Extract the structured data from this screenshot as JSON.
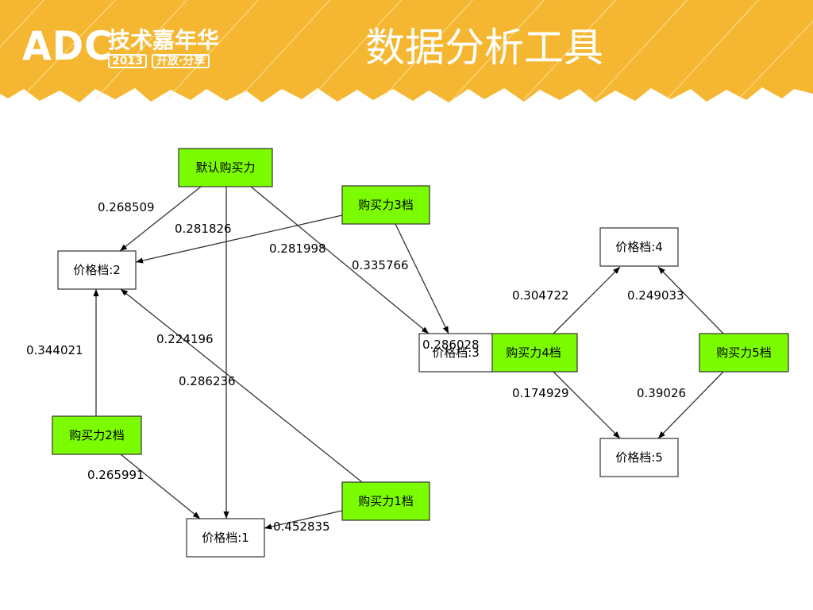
{
  "header": {
    "logo_brand": "ADC",
    "logo_event": "技术嘉年华",
    "logo_year": "2013",
    "logo_motto": "开放·分享",
    "title": "数据分析工具"
  },
  "colors": {
    "banner": "#f5b731",
    "purchase_node_fill": "#7cfc00",
    "price_node_fill": "#ffffff",
    "edge": "#333333"
  },
  "diagram": {
    "nodes": [
      {
        "id": "default",
        "label": "默认购买力",
        "kind": "purchase"
      },
      {
        "id": "p3",
        "label": "购买力3档",
        "kind": "purchase"
      },
      {
        "id": "p2",
        "label": "购买力2档",
        "kind": "purchase"
      },
      {
        "id": "p1",
        "label": "购买力1档",
        "kind": "purchase"
      },
      {
        "id": "p4",
        "label": "购买力4档",
        "kind": "purchase"
      },
      {
        "id": "p5",
        "label": "购买力5档",
        "kind": "purchase"
      },
      {
        "id": "price2",
        "label": "价格档:2",
        "kind": "price"
      },
      {
        "id": "price1",
        "label": "价格档:1",
        "kind": "price"
      },
      {
        "id": "price3",
        "label": "价格档:3",
        "kind": "price"
      },
      {
        "id": "price4",
        "label": "价格档:4",
        "kind": "price"
      },
      {
        "id": "price5",
        "label": "价格档:5",
        "kind": "price"
      }
    ],
    "edges": [
      {
        "from": "default",
        "to": "price2",
        "label": "0.268509"
      },
      {
        "from": "p3",
        "to": "price2",
        "label": "0.281826"
      },
      {
        "from": "default",
        "to": "price3",
        "label": "0.281998"
      },
      {
        "from": "p3",
        "to": "price3",
        "label": "0.335766"
      },
      {
        "from": "default",
        "to": "price1",
        "label": "0.224196"
      },
      {
        "from": "p1",
        "to": "price2",
        "label": "0.286236"
      },
      {
        "from": "p2",
        "to": "price2",
        "label": "0.344021"
      },
      {
        "from": "p2",
        "to": "price1",
        "label": "0.265991"
      },
      {
        "from": "p1",
        "to": "price1",
        "label": "0.452835"
      },
      {
        "from": "p4",
        "to": "price3",
        "label": "0.286028"
      },
      {
        "from": "p4",
        "to": "price4",
        "label": "0.304722"
      },
      {
        "from": "p5",
        "to": "price4",
        "label": "0.249033"
      },
      {
        "from": "p4",
        "to": "price5",
        "label": "0.174929"
      },
      {
        "from": "p5",
        "to": "price5",
        "label": "0.39026"
      }
    ]
  }
}
